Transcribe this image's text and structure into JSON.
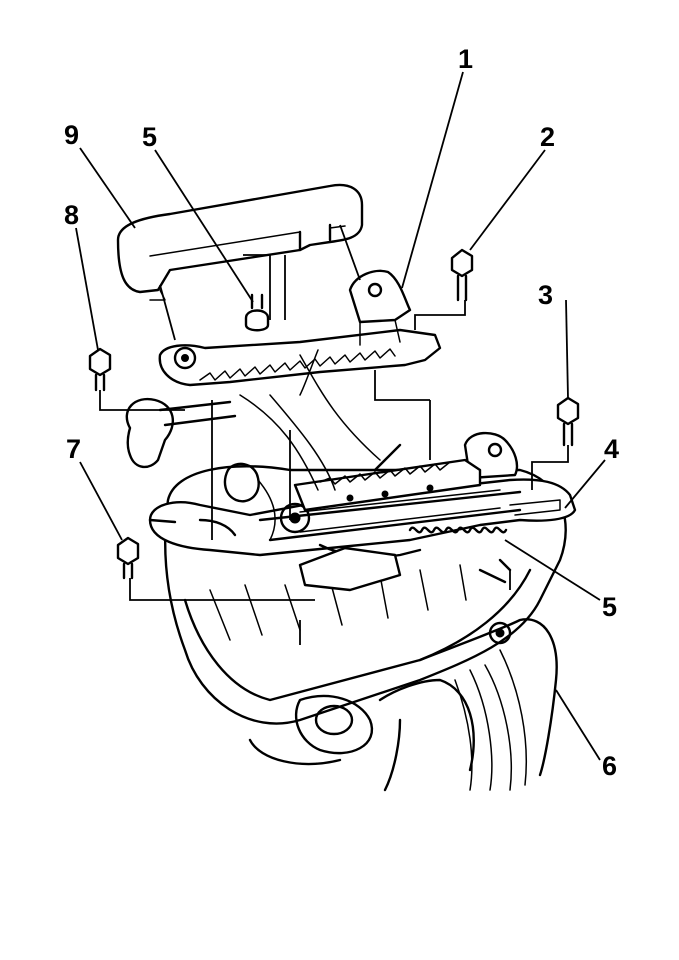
{
  "callouts": [
    {
      "id": "c1",
      "text": "1"
    },
    {
      "id": "c2",
      "text": "2"
    },
    {
      "id": "c3",
      "text": "3"
    },
    {
      "id": "c4",
      "text": "4"
    },
    {
      "id": "c5a",
      "text": "5"
    },
    {
      "id": "c5b",
      "text": "5"
    },
    {
      "id": "c6",
      "text": "6"
    },
    {
      "id": "c7",
      "text": "7"
    },
    {
      "id": "c8",
      "text": "8"
    },
    {
      "id": "c9",
      "text": "9"
    }
  ]
}
